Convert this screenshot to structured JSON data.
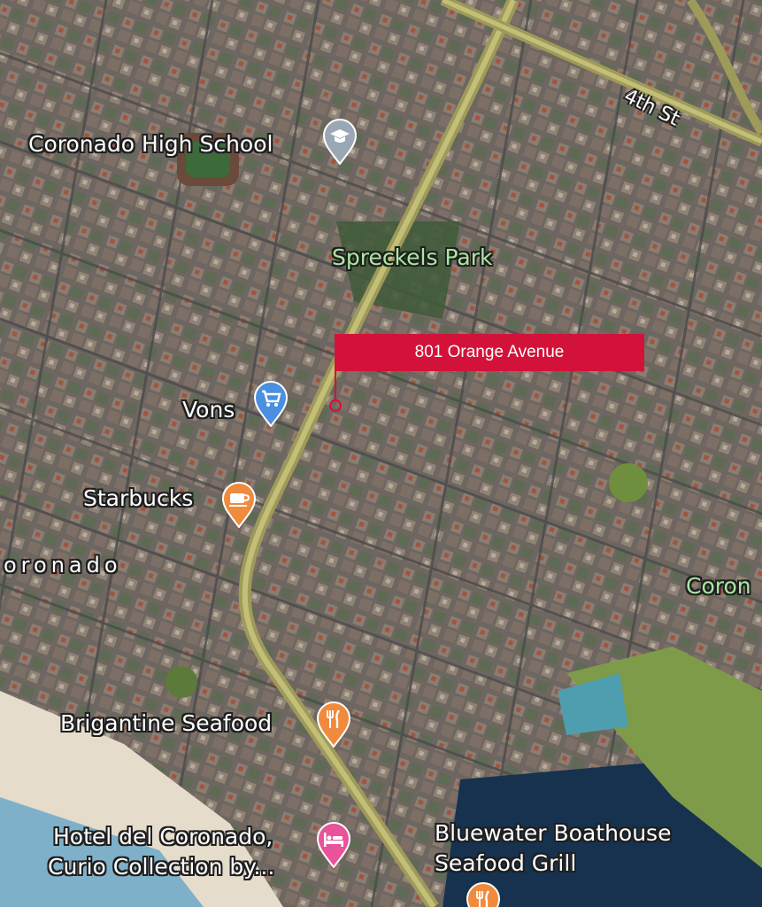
{
  "callout": {
    "text": "801 Orange Avenue",
    "color": "#d3123a"
  },
  "labels": {
    "street_4th": "4th St",
    "high_school": "Coronado High School",
    "park": "Spreckels Park",
    "vons": "Vons",
    "starbucks": "Starbucks",
    "coronado_left": "oronado",
    "coronado_right": "Coron",
    "brigantine": "Brigantine Seafood",
    "hotel_line1": "Hotel del Coronado,",
    "hotel_line2": "Curio Collection by...",
    "bluewater_line1": "Bluewater Boathouse",
    "bluewater_line2": "Seafood Grill"
  },
  "pins": {
    "school": {
      "icon": "graduation-cap-icon",
      "color": "#9aa7b5"
    },
    "grocery": {
      "icon": "shopping-cart-icon",
      "color": "#4a8fe0"
    },
    "cafe": {
      "icon": "coffee-cup-icon",
      "color": "#f08a3c"
    },
    "restaurant": {
      "icon": "fork-knife-icon",
      "color": "#f08a3c"
    },
    "hotel": {
      "icon": "bed-icon",
      "color": "#e8539a"
    }
  }
}
